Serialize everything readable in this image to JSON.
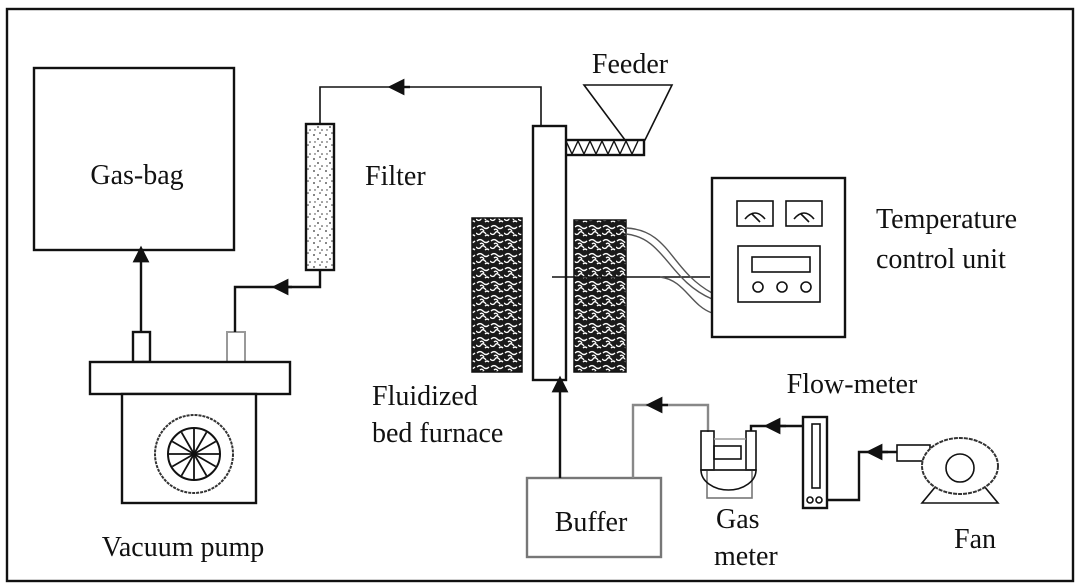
{
  "labels": {
    "gas_bag": "Gas-bag",
    "filter": "Filter",
    "feeder": "Feeder",
    "temperature_control_line1": "Temperature",
    "temperature_control_line2": "control unit",
    "vacuum_pump": "Vacuum pump",
    "fluidized_line1": "Fluidized",
    "fluidized_line2": "bed furnace",
    "flow_meter": "Flow-meter",
    "buffer": "Buffer",
    "gas_meter_line1": "Gas",
    "gas_meter_line2": "meter",
    "fan": "Fan"
  }
}
